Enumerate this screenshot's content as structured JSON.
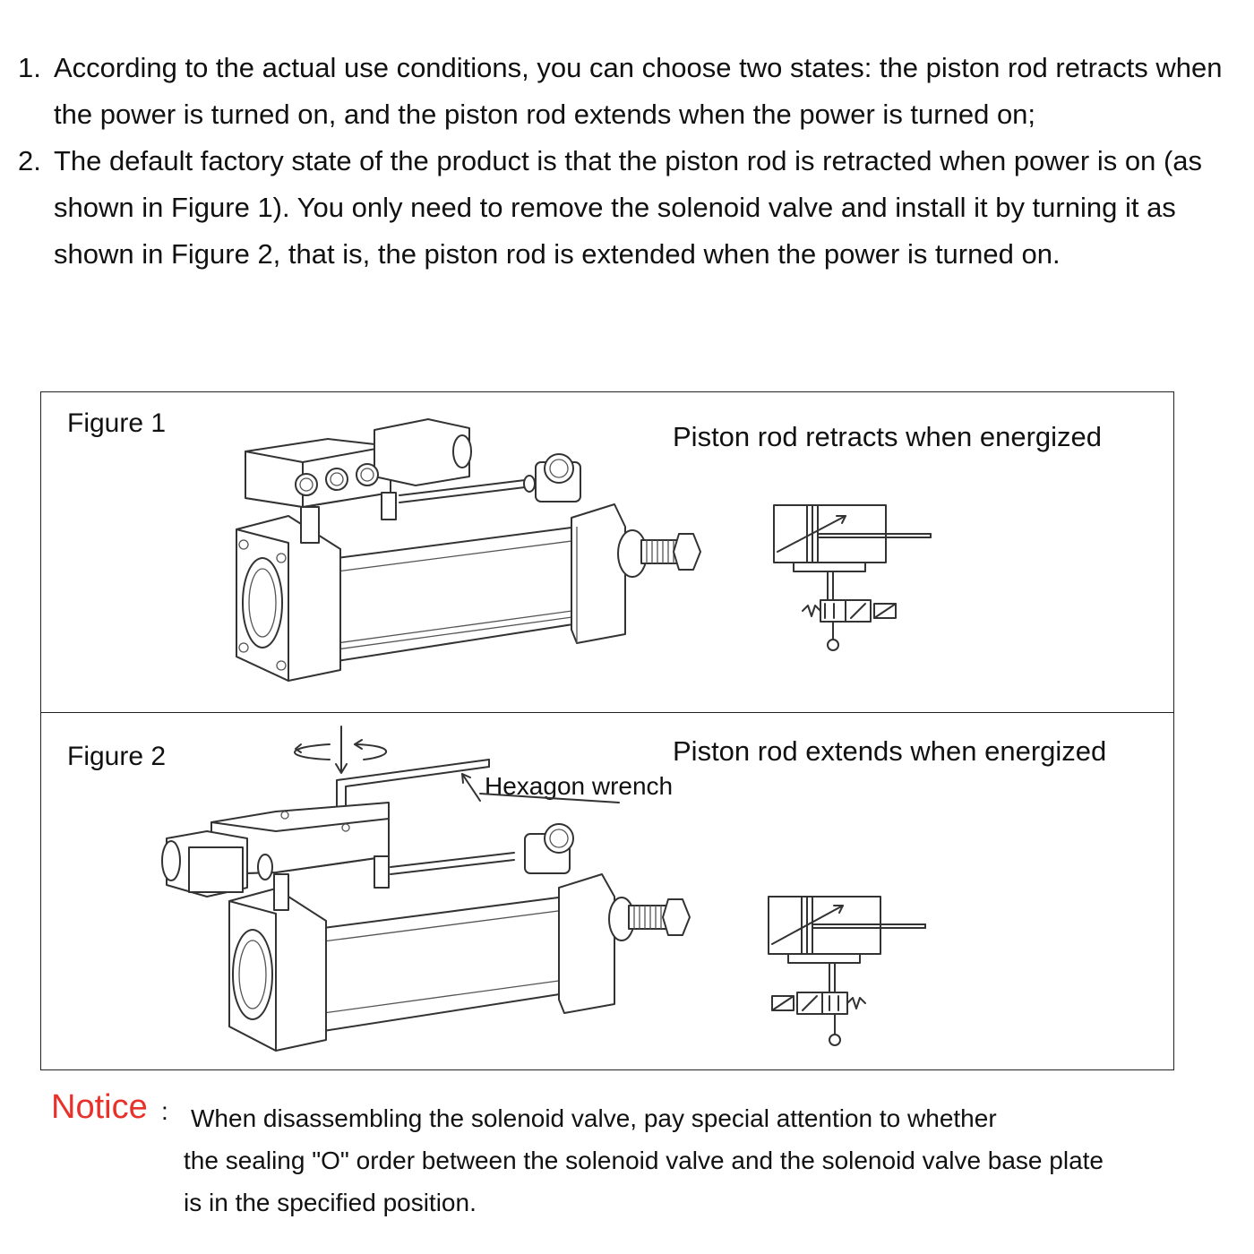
{
  "instructions": [
    {
      "number": "1.",
      "text": "According to the actual use conditions, you can choose two states: the piston rod retracts when the power is turned on, and the piston rod extends when the power is turned on;"
    },
    {
      "number": "2.",
      "text": "The default factory state of the product is that the piston rod is retracted when power is on (as shown in Figure 1). You only need to remove the solenoid valve and install it by turning it as shown in Figure 2, that is, the piston rod is extended when the power is turned on."
    }
  ],
  "figure1": {
    "label": "Figure 1",
    "caption": "Piston rod retracts when energized"
  },
  "figure2": {
    "label": "Figure 2",
    "caption": "Piston rod extends when energized",
    "wrench_label": "Hexagon wrench"
  },
  "notice": {
    "title": "Notice",
    "colon": ":",
    "lines": [
      "When disassembling the solenoid valve, pay special attention to whether",
      "the sealing \"O\" order between the solenoid valve and the solenoid valve base plate",
      "is in the specified position."
    ]
  }
}
